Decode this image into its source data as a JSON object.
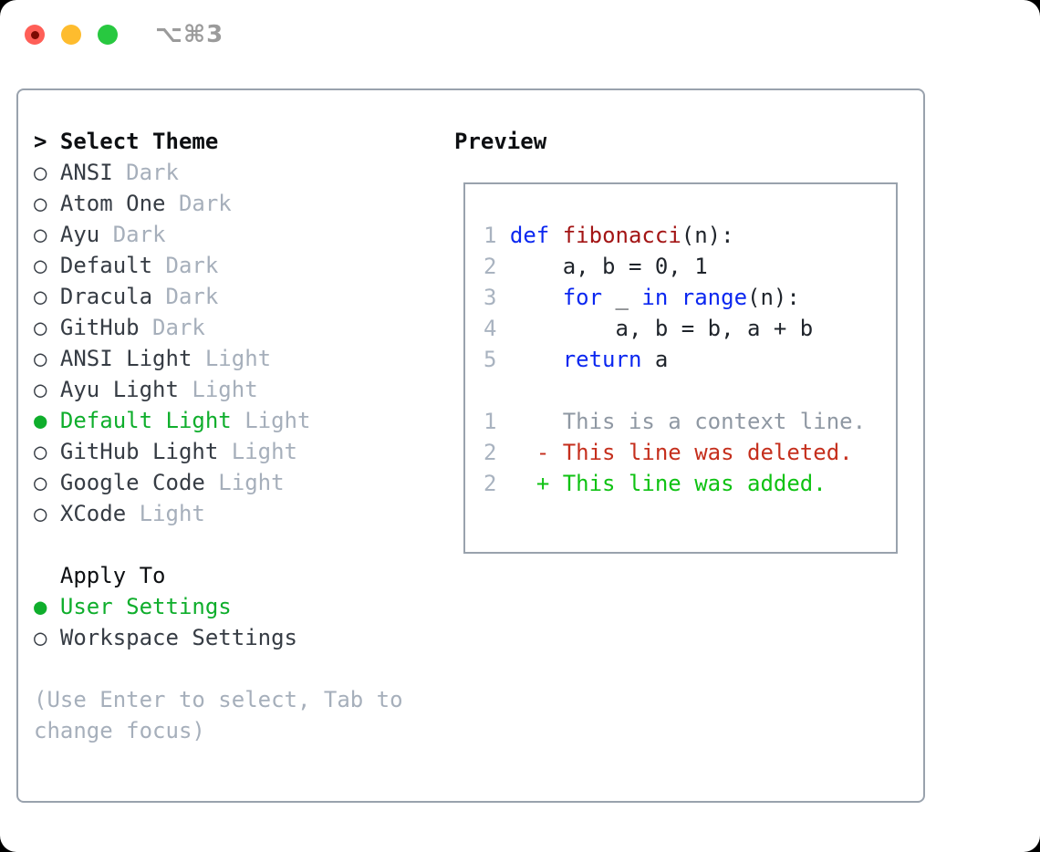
{
  "window": {
    "title_shortcut": "⌥⌘3"
  },
  "markers": {
    "focus": ">",
    "selected": "●",
    "unselected": "○"
  },
  "theme_picker": {
    "heading": "Select Theme",
    "items": [
      {
        "name": "ANSI",
        "variant": "Dark",
        "selected": false
      },
      {
        "name": "Atom One",
        "variant": "Dark",
        "selected": false
      },
      {
        "name": "Ayu",
        "variant": "Dark",
        "selected": false
      },
      {
        "name": "Default",
        "variant": "Dark",
        "selected": false
      },
      {
        "name": "Dracula",
        "variant": "Dark",
        "selected": false
      },
      {
        "name": "GitHub",
        "variant": "Dark",
        "selected": false
      },
      {
        "name": "ANSI Light",
        "variant": "Light",
        "selected": false
      },
      {
        "name": "Ayu Light",
        "variant": "Light",
        "selected": false
      },
      {
        "name": "Default Light",
        "variant": "Light",
        "selected": true
      },
      {
        "name": "GitHub Light",
        "variant": "Light",
        "selected": false
      },
      {
        "name": "Google Code",
        "variant": "Light",
        "selected": false
      },
      {
        "name": "XCode",
        "variant": "Light",
        "selected": false
      }
    ]
  },
  "apply_to": {
    "heading": "Apply To",
    "options": [
      {
        "label": "User Settings",
        "selected": true
      },
      {
        "label": "Workspace Settings",
        "selected": false
      }
    ]
  },
  "hint": {
    "line1": "(Use Enter to select, Tab to",
    "line2": "change focus)"
  },
  "preview": {
    "heading": "Preview",
    "lines": [
      {
        "num": "1",
        "tokens": [
          {
            "t": "def",
            "c": "kw"
          },
          {
            "t": " ",
            "c": "pl"
          },
          {
            "t": "fibonacci",
            "c": "fn"
          },
          {
            "t": "(n):",
            "c": "pl"
          }
        ]
      },
      {
        "num": "2",
        "tokens": [
          {
            "t": "    a, b = 0, 1",
            "c": "pl"
          }
        ]
      },
      {
        "num": "3",
        "tokens": [
          {
            "t": "    ",
            "c": "pl"
          },
          {
            "t": "for",
            "c": "kw"
          },
          {
            "t": " _ ",
            "c": "pl"
          },
          {
            "t": "in",
            "c": "kw"
          },
          {
            "t": " ",
            "c": "pl"
          },
          {
            "t": "range",
            "c": "kw"
          },
          {
            "t": "(n):",
            "c": "pl"
          }
        ]
      },
      {
        "num": "4",
        "tokens": [
          {
            "t": "        a, b = b, a + b",
            "c": "pl"
          }
        ]
      },
      {
        "num": "5",
        "tokens": [
          {
            "t": "    ",
            "c": "pl"
          },
          {
            "t": "return",
            "c": "kw"
          },
          {
            "t": " a",
            "c": "pl"
          }
        ]
      },
      {
        "num": "",
        "tokens": []
      },
      {
        "num": "1",
        "tokens": [
          {
            "t": "    This is a context line.",
            "c": "ctx"
          }
        ]
      },
      {
        "num": "2",
        "tokens": [
          {
            "t": "  ",
            "c": "pl"
          },
          {
            "t": "- This line was deleted.",
            "c": "del"
          }
        ]
      },
      {
        "num": "2",
        "tokens": [
          {
            "t": "  ",
            "c": "pl"
          },
          {
            "t": "+ This line was added.",
            "c": "add"
          }
        ]
      }
    ]
  },
  "colors": {
    "accent-green": "#0fae2c",
    "diff-added": "#0fc213",
    "diff-deleted": "#c52f1d",
    "diff-context": "#8f98a3",
    "keyword": "#0b27f0",
    "function-name": "#a31515",
    "code-text": "#1f242b",
    "line-number": "#a9b3c0",
    "text-dark": "#363c44",
    "text-heading": "#0d0f12",
    "text-muted": "#a6afbb",
    "border": "#99a2ad",
    "title-gray": "#9b9b9b",
    "close-red": "#ff5f57",
    "close-dot": "#7d0a02",
    "minimize-yellow": "#febc2e",
    "zoom-green": "#28c840",
    "window-bg": "#ffffff"
  }
}
